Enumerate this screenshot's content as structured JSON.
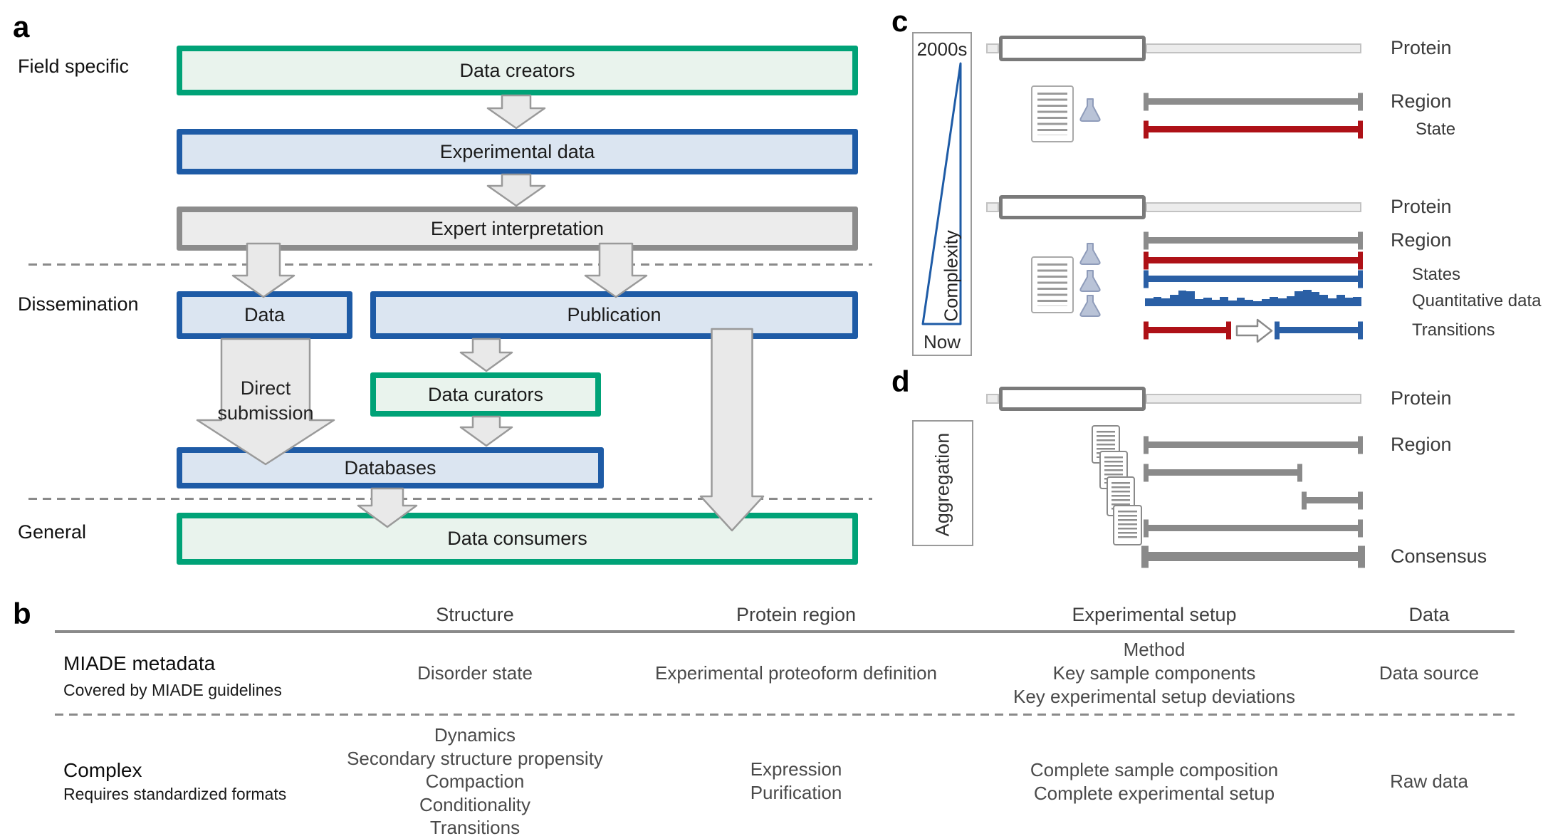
{
  "colors": {
    "green_border": "#00a277",
    "green_fill": "#e9f3ed",
    "blue_border": "#1e5ba6",
    "blue_fill": "#dbe5f1",
    "gray_border": "#8c8c8c",
    "gray_fill": "#ececec",
    "bar_gray": "#8c8c8c",
    "bar_red": "#ae1117",
    "bar_blue": "#2a5fa5",
    "arrow_fill": "#e9e9e9",
    "arrow_stroke": "#9a9a9a"
  },
  "panel_a": {
    "label": "a",
    "side_labels": {
      "field_specific": "Field specific",
      "dissemination": "Dissemination",
      "general": "General"
    },
    "boxes": {
      "data_creators": "Data creators",
      "experimental_data": "Experimental data",
      "expert_interpretation": "Expert interpretation",
      "data": "Data",
      "publication": "Publication",
      "data_curators": "Data curators",
      "databases": "Databases",
      "data_consumers": "Data consumers"
    },
    "direct_submission": "Direct submission"
  },
  "panel_b": {
    "label": "b",
    "columns": [
      "Structure",
      "Protein region",
      "Experimental setup",
      "Data"
    ],
    "rows": [
      {
        "title": "MIADE metadata",
        "subtitle": "Covered by MIADE guidelines",
        "structure": [
          "Disorder state"
        ],
        "protein_region": [
          "Experimental proteoform definition"
        ],
        "experimental_setup": [
          "Method",
          "Key sample components",
          "Key experimental setup deviations"
        ],
        "data": [
          "Data source"
        ]
      },
      {
        "title": "Complex",
        "subtitle": "Requires standardized formats",
        "structure": [
          "Dynamics",
          "Secondary structure propensity",
          "Compaction",
          "Conditionality",
          "Transitions"
        ],
        "protein_region": [
          "Expression",
          "Purification"
        ],
        "experimental_setup": [
          "Complete sample composition",
          "Complete experimental setup"
        ],
        "data": [
          "Raw data"
        ]
      }
    ]
  },
  "panel_c": {
    "label": "c",
    "timeline": {
      "top": "2000s",
      "axis": "Complexity",
      "bottom": "Now"
    },
    "group1": {
      "protein": "Protein",
      "region": "Region",
      "state": "State"
    },
    "group2": {
      "protein": "Protein",
      "region": "Region",
      "states": "States",
      "quantitative": "Quantitative data",
      "transitions": "Transitions"
    },
    "histogram_values": [
      7,
      9,
      7,
      12,
      18,
      17,
      6,
      8,
      5,
      9,
      4,
      8,
      5,
      3,
      6,
      9,
      7,
      10,
      17,
      19,
      16,
      12,
      7,
      12,
      8,
      9
    ]
  },
  "panel_d": {
    "label": "d",
    "axis": "Aggregation",
    "labels": {
      "protein": "Protein",
      "region": "Region",
      "consensus": "Consensus"
    },
    "region_bars": [
      [
        0,
        1
      ],
      [
        0,
        0.72
      ],
      [
        0.73,
        1
      ],
      [
        0,
        1
      ]
    ],
    "consensus_bar": [
      0,
      1
    ]
  }
}
